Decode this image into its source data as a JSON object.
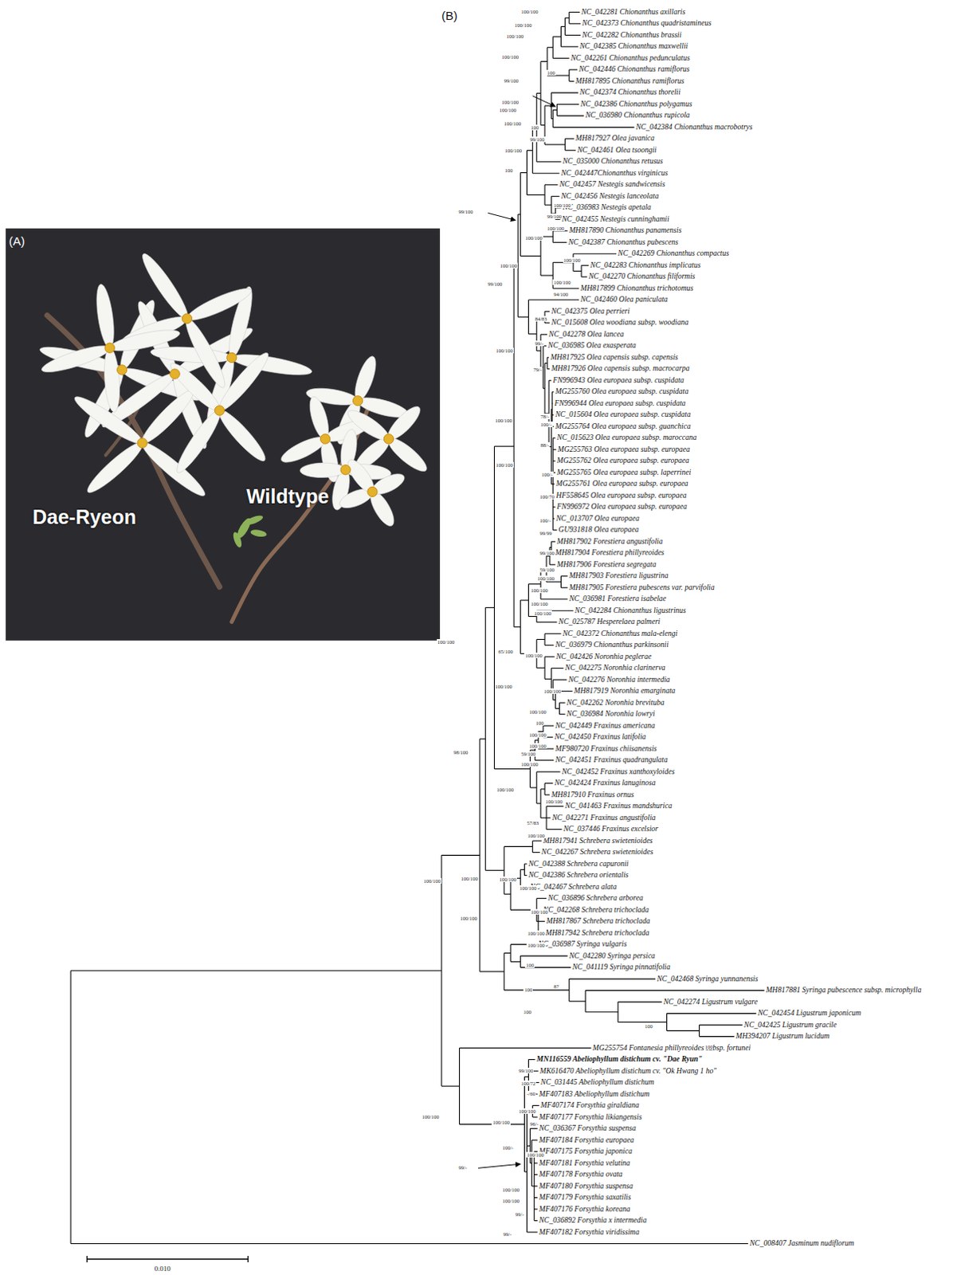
{
  "diagram": {
    "labels": [
      "(A)",
      "Dae-Ryeon",
      "Wildtype",
      "(B)",
      "NC_042281 Chionanthus axillaris",
      "NC_042373 Chionanthus quadristamineus",
      "NC_042282 Chionanthus brassii",
      "NC_042385 Chionanthus maxwellii",
      "NC_042261 Chionanthus pedunculatus",
      "NC_042446 Chionanthus ramiflorus",
      "MH817895 Chionanthus ramiflorus",
      "NC_042374 Chionanthus thorelii",
      "NC_042386 Chionanthus polygamus",
      "NC_036980 Chionanthus rupicola",
      "NC_042384 Chionanthus macrobotrys",
      "MH817927 Olea javanica",
      "NC_042461 Olea tsoongii",
      "NC_035000 Chionanthus retusus",
      "NC_042447Chionanthus virginicus",
      "NC_042457 Nestegis sandwicensis",
      "NC_042456 Nestegis lanceolata",
      "NC_036983 Nestegis apetala",
      "NC_042455 Nestegis cunninghamii",
      "MH817890 Chionanthus panamensis",
      "NC_042387 Chionanthus pubescens",
      "NC_042269 Chionanthus compactus",
      "NC_042283 Chionanthus implicatus",
      "NC_042270 Chionanthus filiformis",
      "MH817899 Chionanthus trichotomus",
      "NC_042460 Olea paniculata",
      "NC_042375 Olea perrieri",
      "NC_015608 Olea woodiana subsp. woodiana",
      "NC_042278 Olea lancea",
      "NC_036985 Olea exasperata",
      "MH817925 Olea capensis subsp. capensis",
      "MH817926 Olea capensis subsp. macrocarpa",
      "FN996943 Olea europaea subsp. cuspidata",
      "MG255760 Olea europaea subsp. cuspidata",
      "FN996944 Olea europaea subsp. cuspidata",
      "NC_015604 Olea europaea subsp. cuspidata",
      "MG255764 Olea europaea subsp. guanchica",
      "NC_015623 Olea europaea subsp. maroccana",
      "MG255763 Olea europaea subsp. europaea",
      "MG255762 Olea europaea subsp. europaea",
      "MG255765 Olea europaea subsp. laperrinei",
      "MG255761 Olea europaea subsp. europaea",
      "HF558645 Olea europaea subsp. europaea",
      "FN996972 Olea europaea subsp. europaea",
      "NC_013707 Olea europaea",
      "GU931818 Olea europaea",
      "MH817902 Forestiera angustifolia",
      "MH817904 Forestiera phillyreoides",
      "MH817906 Forestiera segregata",
      "MH817903 Forestiera ligustrina",
      "MH817905 Forestiera pubescens var. parvifolia",
      "NC_036981 Forestiera isabelae",
      "NC_042284 Chionanthus ligustrinus",
      "NC_025787 Hesperelaea palmeri",
      "NC_042372 Chionanthus mala-elengi",
      "NC_036979 Chionanthus parkinsonii",
      "NC_042426 Noronhia peglerae",
      "NC_042275 Noronhia clarinerva",
      "NC_042276 Noronhia intermedia",
      "MH817919 Noronhia emarginata",
      "NC_042262 Noronhia brevituba",
      "NC_036984 Noronhia lowryi",
      "NC_042449 Fraxinus americana",
      "NC_042450 Fraxinus latifolia",
      "MF980720 Fraxinus chiisanensis",
      "NC_042451 Fraxinus quadrangulata",
      "NC_042452 Fraxinus xanthoxyloides",
      "NC_042424 Fraxinus lanuginosa",
      "MH817910 Fraxinus ornus",
      "NC_041463 Fraxinus mandshurica",
      "NC_042271 Fraxinus angustifolia",
      "NC_037446 Fraxinus excelsior",
      "MH817941 Schrebera swietenioides",
      "NC_042267 Schrebera swietenioides",
      "NC_042388 Schrebera capuronii",
      "NC_042386 Schrebera orientalis",
      "NC_042467 Schrebera alata",
      "NC_036896 Schrebera arborea",
      "NC_042268 Schrebera trichoclada",
      "MH817867 Schrebera trichoclada",
      "MH817942 Schrebera trichoclada",
      "NC_036987 Syringa vulgaris",
      "NC_042280 Syringa persica",
      "NC_041119 Syringa pinnatifolia",
      "NC_042468 Syringa yunnanensis",
      "MH817881 Syringa pubescence subsp. microphylla",
      "NC_042274 Ligustrum vulgare",
      "NC_042454 Ligustrum japonicum",
      "NC_042425 Ligustrum gracile",
      "MH394207 Ligustrum lucidum",
      "MG255754 Fontanesia phillyreoides subsp. fortunei",
      "MN116559 Abeliophyllum distichum cv. \"Dae Ryun\"",
      "MK616470 Abeliophyllum distichum cv. \"Ok Hwang 1 ho\"",
      "NC_031445 Abeliophyllum distichum",
      "MF407183 Abeliophyllum distichum",
      "MF407174 Forsythia giraldiana",
      "MF407177 Forsythia likiangensis",
      "NC_036367 Forsythia suspensa",
      "MF407184 Forsythia europaea",
      "MF407175 Forsythia japonica",
      "MF407181 Forsythia velutina",
      "MF407178 Forsythia ovata",
      "MF407180 Forsythia suspensa",
      "MF407179 Forsythia saxatilis",
      "MF407176 Forsythia koreana",
      "NC_036892 Forsythia x intermedia",
      "MF407182 Forsythia viridissima",
      "NC_008407 Jasminum nudiflorum",
      "100/100",
      "100/100",
      "100/100",
      "100/100",
      "100",
      "99/100",
      "100/100",
      "100/100",
      "100/100",
      "100",
      "99/100",
      "100/100",
      "100",
      "99/100",
      "100/100",
      "99/100",
      "100/100",
      "100/100",
      "100/100",
      "100/100",
      "100/100",
      "94/100",
      "99/100",
      "84/83",
      "99/-",
      "100/100",
      "79/-",
      "78/-",
      "100/-",
      "88/-",
      "100/100",
      "100/100",
      "100/-",
      "100/70",
      "100/-",
      "99/99",
      "99/100",
      "59/100",
      "100/100",
      "100/100",
      "100/100",
      "100/100",
      "100/100",
      "65/100",
      "100/100",
      "100/100",
      "100/100",
      "100/100",
      "100",
      "100/100",
      "98/100",
      "100/100",
      "59/100",
      "100/100",
      "100/100",
      "100/100",
      "57/83",
      "100/100",
      "100/100",
      "100/100",
      "100/100",
      "100/100",
      "100/100",
      "100/100",
      "100/100",
      "100/100",
      "100",
      "100",
      "87",
      "100",
      "100",
      "100",
      "99/100",
      "100/72",
      "-/60",
      "100/100",
      "100/100",
      "100/100",
      "96/-",
      "100/-",
      "100/100",
      "99/-",
      "100/100",
      "100/100",
      "99/-",
      "99/-",
      "0.010"
    ]
  }
}
